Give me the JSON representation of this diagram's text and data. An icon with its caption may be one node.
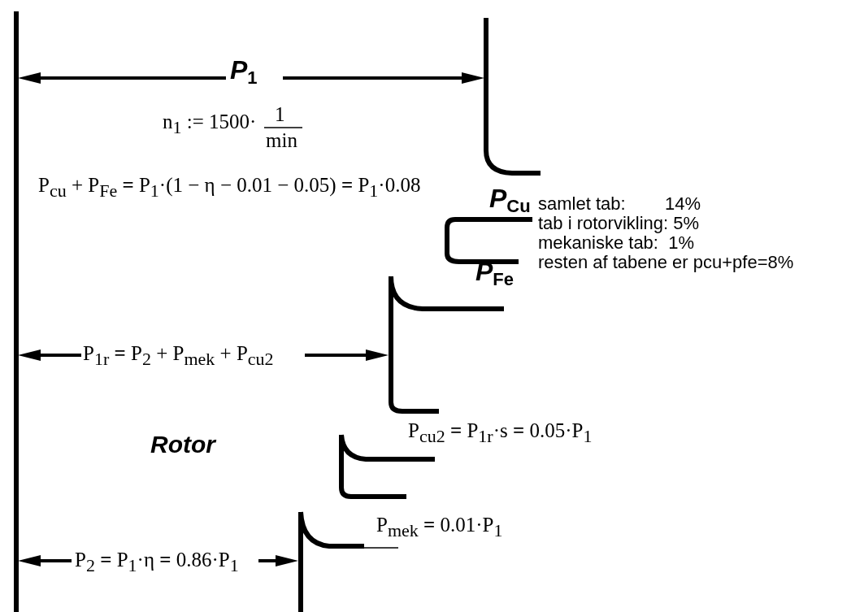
{
  "diagram": {
    "labels": [
      "P$_{1}$",
      "n$_{1}$ := 1500·",
      "1",
      "min",
      "P$_{cu}$ + P$_{Fe}$ **=** P$_{1}$·(1 − η − 0.01 − 0.05) **=** P$_{1}$·0.08",
      "P$_{Cu}$",
      "samlet tab:",
      "14%",
      "tab i rotorvikling: 5%",
      "mekaniske tab:  1%",
      "resten af tabene er pcu+pfe=8%",
      "P$_{Fe}$",
      "P$_{1r}$ **=** P$_{2}$ + P$_{mek}$ + P$_{cu2}$",
      "Rotor",
      "P$_{cu2}$ **=** P$_{1r}$·s **=** 0.05·P$_{1}$",
      "P$_{mek}$ **=** 0.01·P$_{1}$",
      "P$_{2}$ **=** P$_{1}$·η **=** 0.86·P$_{1}$"
    ]
  }
}
